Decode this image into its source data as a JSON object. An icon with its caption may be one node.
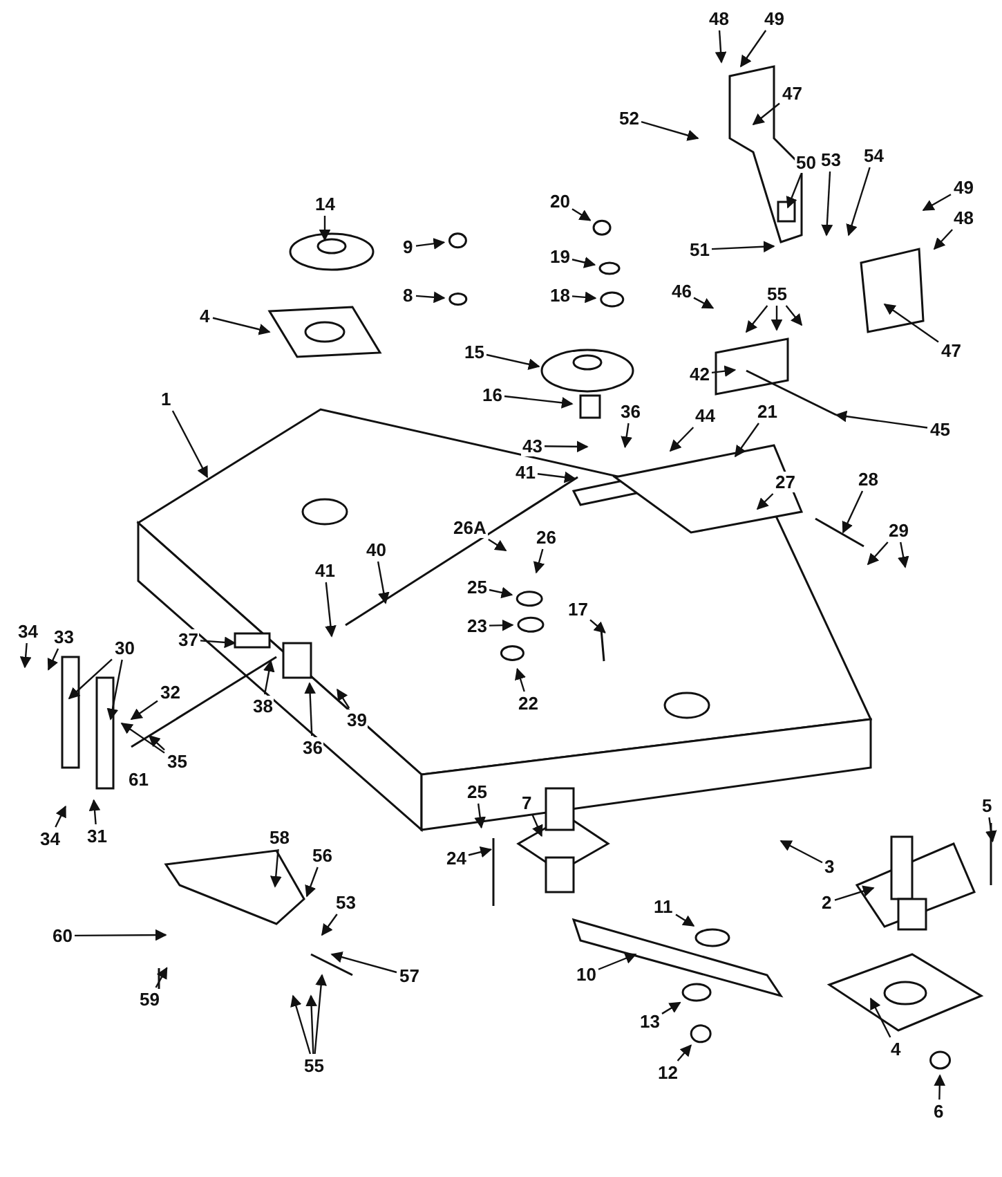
{
  "diagram": {
    "nodes": [
      {
        "text": [
          "48"
        ]
      },
      {
        "text": [
          "49"
        ]
      },
      {
        "text": [
          "47"
        ]
      },
      {
        "text": [
          "52"
        ]
      },
      {
        "text": [
          "50"
        ]
      },
      {
        "text": [
          "53"
        ]
      },
      {
        "text": [
          "54"
        ]
      },
      {
        "text": [
          "49"
        ]
      },
      {
        "text": [
          "48"
        ]
      },
      {
        "text": [
          "51"
        ]
      },
      {
        "text": [
          "47"
        ]
      },
      {
        "text": [
          "55"
        ]
      },
      {
        "text": [
          "20"
        ]
      },
      {
        "text": [
          "19"
        ]
      },
      {
        "text": [
          "18"
        ]
      },
      {
        "text": [
          "46"
        ]
      },
      {
        "text": [
          "14"
        ]
      },
      {
        "text": [
          "9"
        ]
      },
      {
        "text": [
          "8"
        ]
      },
      {
        "text": [
          "4"
        ]
      },
      {
        "text": [
          "15"
        ]
      },
      {
        "text": [
          "42"
        ]
      },
      {
        "text": [
          "45"
        ]
      },
      {
        "text": [
          "16"
        ]
      },
      {
        "text": [
          "1"
        ]
      },
      {
        "text": [
          "43"
        ]
      },
      {
        "text": [
          "36"
        ]
      },
      {
        "text": [
          "44"
        ]
      },
      {
        "text": [
          "21"
        ]
      },
      {
        "text": [
          "41"
        ]
      },
      {
        "text": [
          "27"
        ]
      },
      {
        "text": [
          "28"
        ]
      },
      {
        "text": [
          "40"
        ]
      },
      {
        "text": [
          "26A"
        ]
      },
      {
        "text": [
          "26"
        ]
      },
      {
        "text": [
          "29"
        ]
      },
      {
        "text": [
          "25"
        ]
      },
      {
        "text": [
          "17"
        ]
      },
      {
        "text": [
          "41"
        ]
      },
      {
        "text": [
          "23"
        ]
      },
      {
        "text": [
          "22"
        ]
      },
      {
        "text": [
          "34"
        ]
      },
      {
        "text": [
          "33"
        ]
      },
      {
        "text": [
          "30"
        ]
      },
      {
        "text": [
          "37"
        ]
      },
      {
        "text": [
          "32"
        ]
      },
      {
        "text": [
          "38"
        ]
      },
      {
        "text": [
          "39"
        ]
      },
      {
        "text": [
          "36"
        ]
      },
      {
        "text": [
          "35"
        ]
      },
      {
        "text": [
          "34"
        ]
      },
      {
        "text": [
          "31"
        ]
      },
      {
        "text": [
          "25"
        ]
      },
      {
        "text": [
          "24"
        ]
      },
      {
        "text": [
          "5"
        ]
      },
      {
        "text": [
          "7"
        ]
      },
      {
        "text": [
          "3"
        ]
      },
      {
        "text": [
          "2"
        ]
      },
      {
        "text": [
          "11"
        ]
      },
      {
        "text": [
          "58"
        ]
      },
      {
        "text": [
          "56"
        ]
      },
      {
        "text": [
          "53"
        ]
      },
      {
        "text": [
          "60"
        ]
      },
      {
        "text": [
          "57"
        ]
      },
      {
        "text": [
          "10"
        ]
      },
      {
        "text": [
          "59"
        ]
      },
      {
        "text": [
          "13"
        ]
      },
      {
        "text": [
          "12"
        ]
      },
      {
        "text": [
          "4"
        ]
      },
      {
        "text": [
          "6"
        ]
      },
      {
        "text": [
          "55"
        ]
      }
    ],
    "edges": [
      {
        "from": 0,
        "to": null,
        "arrow": "to"
      },
      {
        "from": 1,
        "to": null,
        "arrow": "to"
      },
      {
        "from": 2,
        "to": null,
        "arrow": "to"
      },
      {
        "from": 3,
        "to": null,
        "arrow": "to"
      },
      {
        "from": 4,
        "to": null,
        "arrow": "to"
      },
      {
        "from": 5,
        "to": null,
        "arrow": "to"
      },
      {
        "from": 6,
        "to": null,
        "arrow": "to"
      },
      {
        "from": 7,
        "to": null,
        "arrow": "to"
      },
      {
        "from": 8,
        "to": null,
        "arrow": "to"
      },
      {
        "from": 9,
        "to": null,
        "arrow": "to"
      },
      {
        "from": 10,
        "to": null,
        "arrow": "to"
      },
      {
        "from": 11,
        "to": null,
        "arrow": "to"
      },
      {
        "from": 11,
        "to": null,
        "arrow": "to"
      },
      {
        "from": 11,
        "to": null,
        "arrow": "to"
      },
      {
        "from": 12,
        "to": null,
        "arrow": "to"
      },
      {
        "from": 13,
        "to": null,
        "arrow": "to"
      },
      {
        "from": 14,
        "to": null,
        "arrow": "to"
      },
      {
        "from": 15,
        "to": null,
        "arrow": "to"
      },
      {
        "from": 16,
        "to": null,
        "arrow": "to"
      },
      {
        "from": 17,
        "to": null,
        "arrow": "to"
      },
      {
        "from": 18,
        "to": null,
        "arrow": "to"
      },
      {
        "from": 19,
        "to": null,
        "arrow": "to"
      },
      {
        "from": 20,
        "to": null,
        "arrow": "to"
      },
      {
        "from": 21,
        "to": null,
        "arrow": "to"
      },
      {
        "from": 22,
        "to": null,
        "arrow": "to"
      },
      {
        "from": 23,
        "to": null,
        "arrow": "to"
      },
      {
        "from": 24,
        "to": null,
        "arrow": "to"
      },
      {
        "from": 25,
        "to": null,
        "arrow": "to"
      },
      {
        "from": 26,
        "to": null,
        "arrow": "to"
      },
      {
        "from": 27,
        "to": null,
        "arrow": "to"
      },
      {
        "from": 28,
        "to": null,
        "arrow": "to"
      },
      {
        "from": 29,
        "to": null,
        "arrow": "to"
      },
      {
        "from": 30,
        "to": null,
        "arrow": "to"
      },
      {
        "from": 31,
        "to": null,
        "arrow": "to"
      },
      {
        "from": 32,
        "to": null,
        "arrow": "to"
      },
      {
        "from": 33,
        "to": null,
        "arrow": "to"
      },
      {
        "from": 34,
        "to": null,
        "arrow": "to"
      },
      {
        "from": 35,
        "to": null,
        "arrow": "to"
      },
      {
        "from": 35,
        "to": null,
        "arrow": "to"
      },
      {
        "from": 36,
        "to": null,
        "arrow": "to"
      },
      {
        "from": 37,
        "to": null,
        "arrow": "to"
      },
      {
        "from": 38,
        "to": null,
        "arrow": "to"
      },
      {
        "from": 39,
        "to": null,
        "arrow": "to"
      },
      {
        "from": 40,
        "to": null,
        "arrow": "to"
      },
      {
        "from": 41,
        "to": null,
        "arrow": "to"
      },
      {
        "from": 42,
        "to": null,
        "arrow": "to"
      },
      {
        "from": 43,
        "to": null,
        "arrow": "to"
      },
      {
        "from": 43,
        "to": null,
        "arrow": "to"
      },
      {
        "from": 44,
        "to": null,
        "arrow": "to"
      },
      {
        "from": 45,
        "to": null,
        "arrow": "to"
      },
      {
        "from": 46,
        "to": null,
        "arrow": "to"
      },
      {
        "from": 47,
        "to": null,
        "arrow": "to"
      },
      {
        "from": 48,
        "to": null,
        "arrow": "to"
      },
      {
        "from": 49,
        "to": null,
        "arrow": "to"
      },
      {
        "from": 49,
        "to": null,
        "arrow": "to"
      },
      {
        "from": 50,
        "to": null,
        "arrow": "to"
      },
      {
        "from": 51,
        "to": null,
        "arrow": "to"
      },
      {
        "from": 52,
        "to": null,
        "arrow": "to"
      },
      {
        "from": 53,
        "to": null,
        "arrow": "to"
      },
      {
        "from": 54,
        "to": null,
        "arrow": "to"
      },
      {
        "from": 55,
        "to": null,
        "arrow": "to"
      },
      {
        "from": 56,
        "to": null,
        "arrow": "to"
      },
      {
        "from": 57,
        "to": null,
        "arrow": "to"
      },
      {
        "from": 58,
        "to": null,
        "arrow": "to"
      },
      {
        "from": 59,
        "to": null,
        "arrow": "to"
      },
      {
        "from": 60,
        "to": null,
        "arrow": "to"
      },
      {
        "from": 61,
        "to": null,
        "arrow": "to"
      },
      {
        "from": 62,
        "to": null,
        "arrow": "to"
      },
      {
        "from": 63,
        "to": null,
        "arrow": "to"
      },
      {
        "from": 64,
        "to": null,
        "arrow": "to"
      },
      {
        "from": 65,
        "to": null,
        "arrow": "to"
      },
      {
        "from": 66,
        "to": null,
        "arrow": "to"
      },
      {
        "from": 67,
        "to": null,
        "arrow": "to"
      },
      {
        "from": 68,
        "to": null,
        "arrow": "to"
      },
      {
        "from": 69,
        "to": null,
        "arrow": "to"
      },
      {
        "from": 70,
        "to": null,
        "arrow": "to"
      },
      {
        "from": 70,
        "to": null,
        "arrow": "to"
      },
      {
        "from": 70,
        "to": null,
        "arrow": "to"
      }
    ],
    "labels": [
      "61"
    ]
  }
}
